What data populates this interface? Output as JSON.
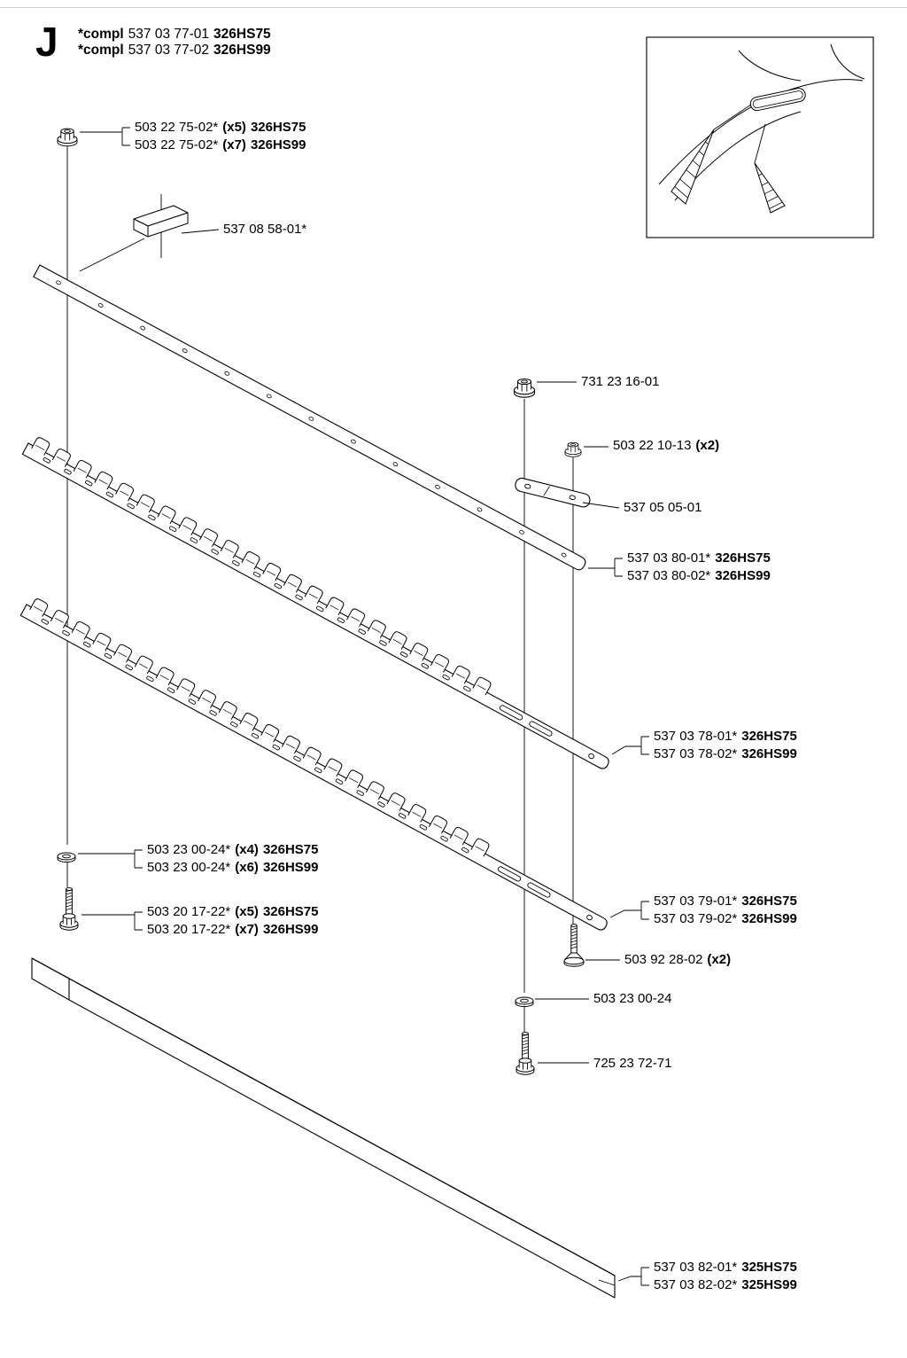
{
  "header": {
    "section_letter": "J",
    "lines": [
      {
        "prefix": "*compl",
        "num": "537 03 77-01",
        "model": "326HS75"
      },
      {
        "prefix": "*compl",
        "num": "537 03 77-02",
        "model": "326HS99"
      }
    ]
  },
  "labels": {
    "nut_top": {
      "lines": [
        {
          "num": "503 22 75-02*",
          "qty": "(x5)",
          "model": "326HS75"
        },
        {
          "num": "503 22 75-02*",
          "qty": "(x7)",
          "model": "326HS99"
        }
      ]
    },
    "clip": {
      "num": "537 08 58-01*"
    },
    "locknut": {
      "num": "731 23 16-01"
    },
    "nut_small": {
      "num": "503 22 10-13",
      "qty": "(x2)"
    },
    "link_plate": {
      "num": "537 05 05-01"
    },
    "guide_bar": {
      "lines": [
        {
          "num": "537 03 80-01*",
          "model": "326HS75"
        },
        {
          "num": "537 03 80-02*",
          "model": "326HS99"
        }
      ]
    },
    "upper_blade": {
      "lines": [
        {
          "num": "537 03 78-01*",
          "model": "326HS75"
        },
        {
          "num": "537 03 78-02*",
          "model": "326HS99"
        }
      ]
    },
    "lower_blade": {
      "lines": [
        {
          "num": "537 03 79-01*",
          "model": "326HS75"
        },
        {
          "num": "537 03 79-02*",
          "model": "326HS99"
        }
      ]
    },
    "washer_left": {
      "lines": [
        {
          "num": "503 23 00-24*",
          "qty": "(x4)",
          "model": "326HS75"
        },
        {
          "num": "503 23 00-24*",
          "qty": "(x6)",
          "model": "326HS99"
        }
      ]
    },
    "screw_left": {
      "lines": [
        {
          "num": "503 20 17-22*",
          "qty": "(x5)",
          "model": "326HS75"
        },
        {
          "num": "503 20 17-22*",
          "qty": "(x7)",
          "model": "326HS99"
        }
      ]
    },
    "screw_right": {
      "num": "503 92 28-02",
      "qty": "(x2)"
    },
    "washer_right": {
      "num": "503 23 00-24"
    },
    "bolt_right": {
      "num": "725 23 72-71"
    },
    "support_bar": {
      "lines": [
        {
          "num": "537 03 82-01*",
          "model": "325HS75"
        },
        {
          "num": "537 03 82-02*",
          "model": "325HS99"
        }
      ]
    }
  }
}
